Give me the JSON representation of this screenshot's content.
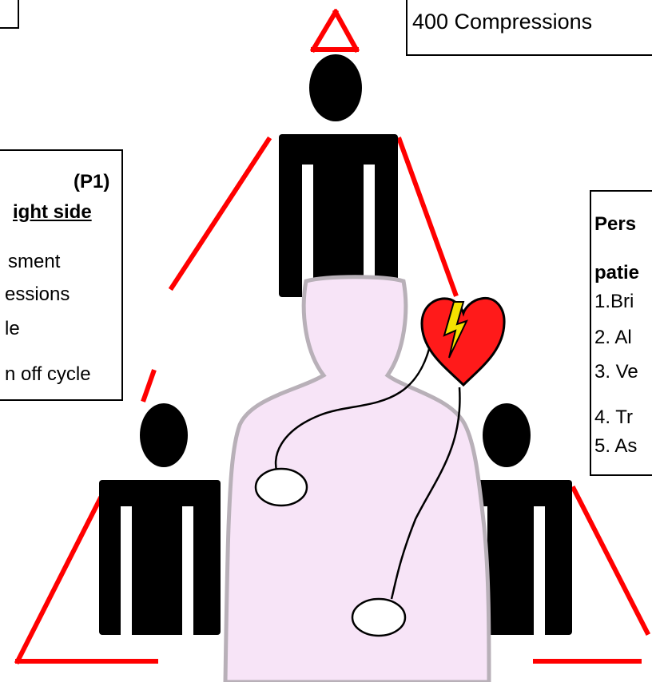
{
  "compressions_box": {
    "text": "400 Compressions"
  },
  "p1_box": {
    "title": "(P1)",
    "subtitle": "ight side",
    "items": [
      "sment",
      "essions",
      "le",
      "n off cycle"
    ]
  },
  "right_box": {
    "title_a": "Pers",
    "title_b": "patie",
    "items": [
      "1.Bri",
      "2. Al",
      "3. Ve",
      "4. Tr",
      "5. As"
    ]
  },
  "colors": {
    "triangle": "#ff0000",
    "person": "#000000",
    "body": "#f7e4f7",
    "body_outline": "#b8b0b8",
    "heart": "#ff1a1a",
    "bolt": "#f5e200",
    "pads": "#ffffff"
  },
  "icons": [
    "person-icon",
    "heart-defibrillator-icon",
    "lightning-bolt-icon",
    "electrode-pad-icon"
  ]
}
